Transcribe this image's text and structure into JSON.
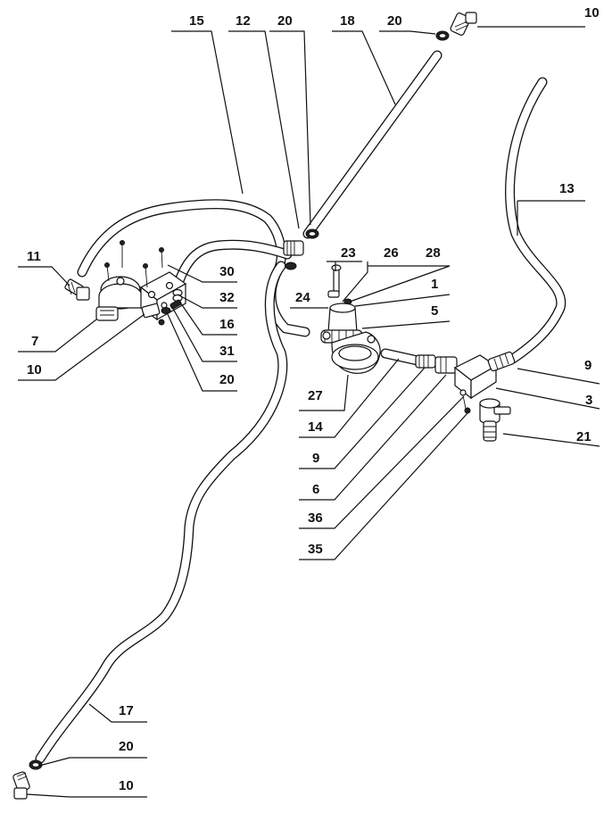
{
  "title": "",
  "callouts": {
    "c15": "15",
    "c12": "12",
    "c20_top": "20",
    "c18": "18",
    "c20_tr": "20",
    "c10_tr": "10",
    "c13": "13",
    "c11": "11",
    "c7": "7",
    "c10_left": "10",
    "c30": "30",
    "c32": "32",
    "c16": "16",
    "c31": "31",
    "c20_mid": "20",
    "c23": "23",
    "c26": "26",
    "c28": "28",
    "c24": "24",
    "c1": "1",
    "c5": "5",
    "c9_right": "9",
    "c3": "3",
    "c21": "21",
    "c27": "27",
    "c14": "14",
    "c9_low": "9",
    "c6": "6",
    "c36": "36",
    "c35": "35",
    "c17": "17",
    "c20_bot": "20",
    "c10_bot": "10"
  }
}
